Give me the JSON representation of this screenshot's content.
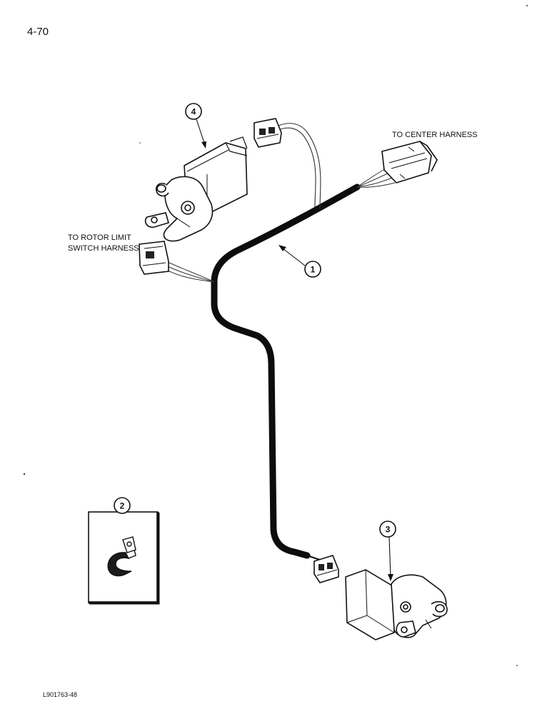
{
  "page_number": "4-70",
  "labels": {
    "to_center_harness": "TO CENTER HARNESS",
    "to_rotor_limit_line1": "TO ROTOR LIMIT",
    "to_rotor_limit_line2": "SWITCH HARNESS"
  },
  "callouts": {
    "c1": "1",
    "c2": "2",
    "c3": "3",
    "c4": "4"
  },
  "figure_code": "L901763-48",
  "colors": {
    "ink": "#111111",
    "harness": "#0d0d0d"
  }
}
